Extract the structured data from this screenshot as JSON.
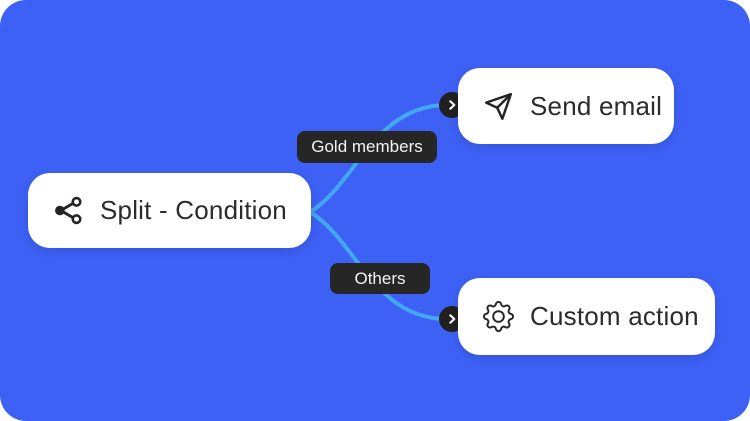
{
  "diagram": {
    "background_color": "#3E61F5",
    "connector_color": "#45A7F0",
    "card_color": "#FFFFFF",
    "label_color": "#262626",
    "nodes": {
      "split": {
        "label": "Split - Condition",
        "icon": "split-branch-icon"
      },
      "send_email": {
        "label": "Send email",
        "icon": "paper-plane-icon"
      },
      "custom_action": {
        "label": "Custom action",
        "icon": "gear-icon"
      }
    },
    "branch_labels": {
      "gold": {
        "label": "Gold members"
      },
      "others": {
        "label": "Others"
      }
    },
    "badges": {
      "icon": "chevron-right-icon"
    }
  }
}
